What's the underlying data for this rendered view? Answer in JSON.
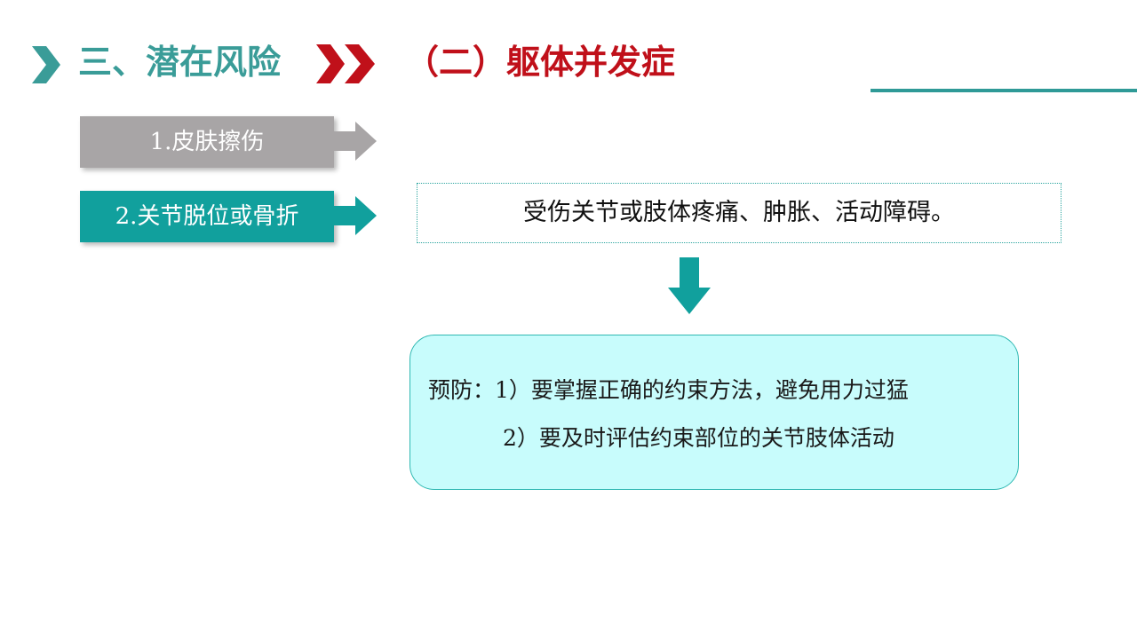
{
  "header": {
    "section_title": "三、潜在风险",
    "sub_title": "（二）躯体并发症",
    "colors": {
      "teal": "#3a9c98",
      "red": "#c0101a"
    },
    "icons": {
      "lead": "chevron-right-icon",
      "separator": "double-chevron-right-icon"
    }
  },
  "steps": [
    {
      "label": "1.皮肤擦伤",
      "color": "#a8a5a6"
    },
    {
      "label": "2.关节脱位或骨折",
      "color": "#11a09d"
    }
  ],
  "symptom": {
    "text": "受伤关节或肢体疼痛、肿胀、活动障碍。"
  },
  "prevention": {
    "line1": "预防：1）要掌握正确的约束方法，避免用力过猛",
    "line2": "2）要及时评估约束部位的关节肢体活动",
    "background": "#c8fcfc"
  }
}
